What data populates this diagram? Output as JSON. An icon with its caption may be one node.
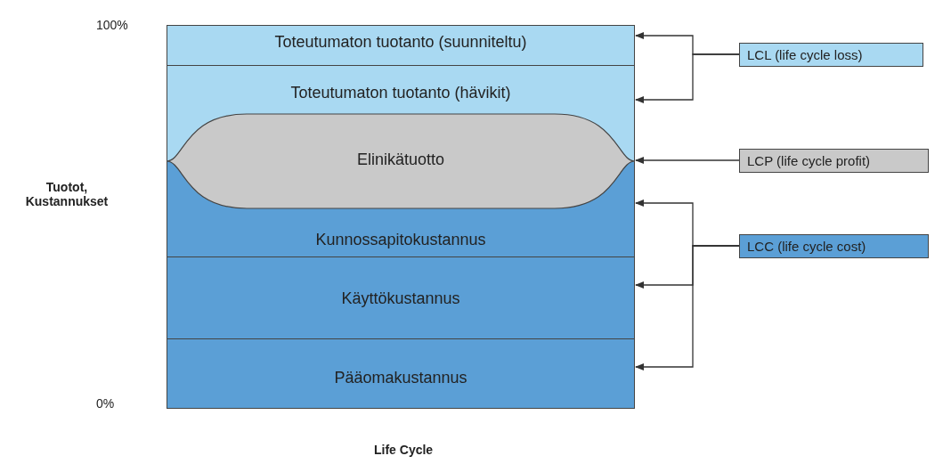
{
  "diagram": {
    "nodes": [
      {
        "text": [
          "Toteutumaton tuotanto (suunniteltu)"
        ]
      },
      {
        "text": [
          "Toteutumaton tuotanto (hävikit)"
        ]
      },
      {
        "text": [
          "Elinikätuotto"
        ]
      },
      {
        "text": [
          "Kunnossapitokustannus"
        ]
      },
      {
        "text": [
          "Käyttökustannus"
        ]
      },
      {
        "text": [
          "Pääomakustannus"
        ]
      },
      {
        "text": [
          "LCL (life cycle loss)"
        ]
      },
      {
        "text": [
          "LCP (life cycle profit)"
        ]
      },
      {
        "text": [
          "LCC (life cycle cost)"
        ]
      }
    ],
    "edges": [
      {
        "from": 6,
        "to": 0,
        "arrow": "to"
      },
      {
        "from": 6,
        "to": 1,
        "arrow": "to"
      },
      {
        "from": 7,
        "to": 2,
        "arrow": "to"
      },
      {
        "from": 8,
        "to": 3,
        "arrow": "to"
      },
      {
        "from": 8,
        "to": 4,
        "arrow": "to"
      },
      {
        "from": 8,
        "to": 5,
        "arrow": "to"
      }
    ],
    "labels": [
      "100%",
      "Tuotot, Kustannukset",
      "0%",
      "Life Cycle"
    ]
  }
}
